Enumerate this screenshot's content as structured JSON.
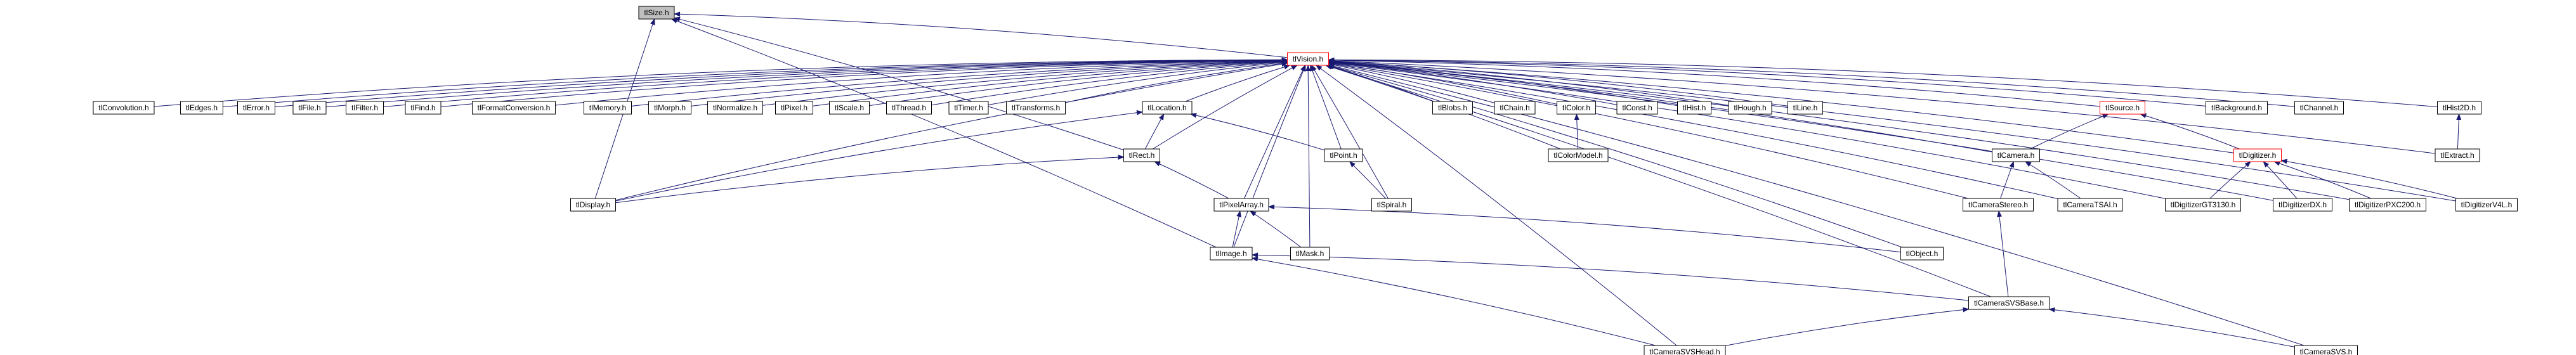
{
  "colors": {
    "edge": "#191970",
    "node_border": "#000000",
    "node_border_highlight": "#ff0000",
    "node_fill": "#ffffff",
    "node_fill_focus": "#bfbfbf"
  },
  "nodes": [
    {
      "id": "size",
      "label": "tlSize.h",
      "style": "focus"
    },
    {
      "id": "vision",
      "label": "tlVision.h",
      "style": "highlight"
    },
    {
      "id": "convolution",
      "label": "tlConvolution.h",
      "style": "normal"
    },
    {
      "id": "edges",
      "label": "tlEdges.h",
      "style": "normal"
    },
    {
      "id": "error",
      "label": "tlError.h",
      "style": "normal"
    },
    {
      "id": "file",
      "label": "tlFile.h",
      "style": "normal"
    },
    {
      "id": "filter",
      "label": "tlFilter.h",
      "style": "normal"
    },
    {
      "id": "find",
      "label": "tlFind.h",
      "style": "normal"
    },
    {
      "id": "formatconversion",
      "label": "tlFormatConversion.h",
      "style": "normal"
    },
    {
      "id": "memory",
      "label": "tlMemory.h",
      "style": "normal"
    },
    {
      "id": "morph",
      "label": "tlMorph.h",
      "style": "normal"
    },
    {
      "id": "normalize",
      "label": "tlNormalize.h",
      "style": "normal"
    },
    {
      "id": "pixel",
      "label": "tlPixel.h",
      "style": "normal"
    },
    {
      "id": "scale",
      "label": "tlScale.h",
      "style": "normal"
    },
    {
      "id": "thread",
      "label": "tlThread.h",
      "style": "normal"
    },
    {
      "id": "timer",
      "label": "tlTimer.h",
      "style": "normal"
    },
    {
      "id": "transforms",
      "label": "tlTransforms.h",
      "style": "normal"
    },
    {
      "id": "location",
      "label": "tlLocation.h",
      "style": "normal"
    },
    {
      "id": "blobs",
      "label": "tlBlobs.h",
      "style": "normal"
    },
    {
      "id": "chain",
      "label": "tlChain.h",
      "style": "normal"
    },
    {
      "id": "color",
      "label": "tlColor.h",
      "style": "normal"
    },
    {
      "id": "const",
      "label": "tlConst.h",
      "style": "normal"
    },
    {
      "id": "hist",
      "label": "tlHist.h",
      "style": "normal"
    },
    {
      "id": "hough",
      "label": "tlHough.h",
      "style": "normal"
    },
    {
      "id": "line",
      "label": "tlLine.h",
      "style": "normal"
    },
    {
      "id": "source",
      "label": "tlSource.h",
      "style": "highlight"
    },
    {
      "id": "background",
      "label": "tlBackground.h",
      "style": "normal"
    },
    {
      "id": "channel",
      "label": "tlChannel.h",
      "style": "normal"
    },
    {
      "id": "hist2d",
      "label": "tlHist2D.h",
      "style": "normal"
    },
    {
      "id": "rect",
      "label": "tlRect.h",
      "style": "normal"
    },
    {
      "id": "point",
      "label": "tlPoint.h",
      "style": "normal"
    },
    {
      "id": "colormodel",
      "label": "tlColorModel.h",
      "style": "normal"
    },
    {
      "id": "camera",
      "label": "tlCamera.h",
      "style": "normal"
    },
    {
      "id": "digitizer",
      "label": "tlDigitizer.h",
      "style": "highlight"
    },
    {
      "id": "extract",
      "label": "tlExtract.h",
      "style": "normal"
    },
    {
      "id": "display",
      "label": "tlDisplay.h",
      "style": "normal"
    },
    {
      "id": "pixelarray",
      "label": "tlPixelArray.h",
      "style": "normal"
    },
    {
      "id": "spiral",
      "label": "tlSpiral.h",
      "style": "normal"
    },
    {
      "id": "camerastereo",
      "label": "tlCameraStereo.h",
      "style": "normal"
    },
    {
      "id": "cameratsai",
      "label": "tlCameraTSAI.h",
      "style": "normal"
    },
    {
      "id": "digitizergt3130",
      "label": "tlDigitizerGT3130.h",
      "style": "normal"
    },
    {
      "id": "digitizerdx",
      "label": "tlDigitizerDX.h",
      "style": "normal"
    },
    {
      "id": "digitizerpxc200",
      "label": "tlDigitizerPXC200.h",
      "style": "normal"
    },
    {
      "id": "digitizerv4l",
      "label": "tlDigitizerV4L.h",
      "style": "normal"
    },
    {
      "id": "image",
      "label": "tlImage.h",
      "style": "normal"
    },
    {
      "id": "mask",
      "label": "tlMask.h",
      "style": "normal"
    },
    {
      "id": "object",
      "label": "tlObject.h",
      "style": "normal"
    },
    {
      "id": "camerasvsbase",
      "label": "tlCameraSVSBase.h",
      "style": "normal"
    },
    {
      "id": "camerasvshead",
      "label": "tlCameraSVSHead.h",
      "style": "normal"
    },
    {
      "id": "camerasvs",
      "label": "tlCameraSVS.h",
      "style": "normal"
    }
  ],
  "edges": [
    [
      "vision",
      "size"
    ],
    [
      "rect",
      "size"
    ],
    [
      "display",
      "size"
    ],
    [
      "image",
      "size"
    ],
    [
      "convolution",
      "vision"
    ],
    [
      "edges",
      "vision"
    ],
    [
      "error",
      "vision"
    ],
    [
      "file",
      "vision"
    ],
    [
      "filter",
      "vision"
    ],
    [
      "find",
      "vision"
    ],
    [
      "formatconversion",
      "vision"
    ],
    [
      "memory",
      "vision"
    ],
    [
      "morph",
      "vision"
    ],
    [
      "normalize",
      "vision"
    ],
    [
      "pixel",
      "vision"
    ],
    [
      "scale",
      "vision"
    ],
    [
      "thread",
      "vision"
    ],
    [
      "timer",
      "vision"
    ],
    [
      "transforms",
      "vision"
    ],
    [
      "location",
      "vision"
    ],
    [
      "blobs",
      "vision"
    ],
    [
      "chain",
      "vision"
    ],
    [
      "color",
      "vision"
    ],
    [
      "const",
      "vision"
    ],
    [
      "hist",
      "vision"
    ],
    [
      "hough",
      "vision"
    ],
    [
      "line",
      "vision"
    ],
    [
      "source",
      "vision"
    ],
    [
      "background",
      "vision"
    ],
    [
      "channel",
      "vision"
    ],
    [
      "hist2d",
      "vision"
    ],
    [
      "rect",
      "vision"
    ],
    [
      "point",
      "vision"
    ],
    [
      "colormodel",
      "vision"
    ],
    [
      "camera",
      "vision"
    ],
    [
      "digitizer",
      "vision"
    ],
    [
      "extract",
      "vision"
    ],
    [
      "display",
      "vision"
    ],
    [
      "pixelarray",
      "vision"
    ],
    [
      "spiral",
      "vision"
    ],
    [
      "camerastereo",
      "vision"
    ],
    [
      "cameratsai",
      "vision"
    ],
    [
      "digitizergt3130",
      "vision"
    ],
    [
      "digitizerdx",
      "vision"
    ],
    [
      "digitizerpxc200",
      "vision"
    ],
    [
      "digitizerv4l",
      "vision"
    ],
    [
      "image",
      "vision"
    ],
    [
      "mask",
      "vision"
    ],
    [
      "object",
      "vision"
    ],
    [
      "camerasvsbase",
      "vision"
    ],
    [
      "camerasvshead",
      "vision"
    ],
    [
      "camerasvs",
      "vision"
    ],
    [
      "rect",
      "location"
    ],
    [
      "point",
      "location"
    ],
    [
      "display",
      "location"
    ],
    [
      "pixelarray",
      "rect"
    ],
    [
      "display",
      "rect"
    ],
    [
      "spiral",
      "point"
    ],
    [
      "colormodel",
      "color"
    ],
    [
      "camera",
      "source"
    ],
    [
      "digitizer",
      "source"
    ],
    [
      "extract",
      "hist2d"
    ],
    [
      "camerastereo",
      "camera"
    ],
    [
      "cameratsai",
      "camera"
    ],
    [
      "digitizergt3130",
      "digitizer"
    ],
    [
      "digitizerdx",
      "digitizer"
    ],
    [
      "digitizerpxc200",
      "digitizer"
    ],
    [
      "digitizerv4l",
      "digitizer"
    ],
    [
      "image",
      "pixelarray"
    ],
    [
      "mask",
      "pixelarray"
    ],
    [
      "object",
      "pixelarray"
    ],
    [
      "camerasvsbase",
      "image"
    ],
    [
      "camerasvshead",
      "image"
    ],
    [
      "camerasvshead",
      "camerasvsbase"
    ],
    [
      "camerasvs",
      "camerasvsbase"
    ],
    [
      "camerasvsbase",
      "camerastereo"
    ]
  ]
}
